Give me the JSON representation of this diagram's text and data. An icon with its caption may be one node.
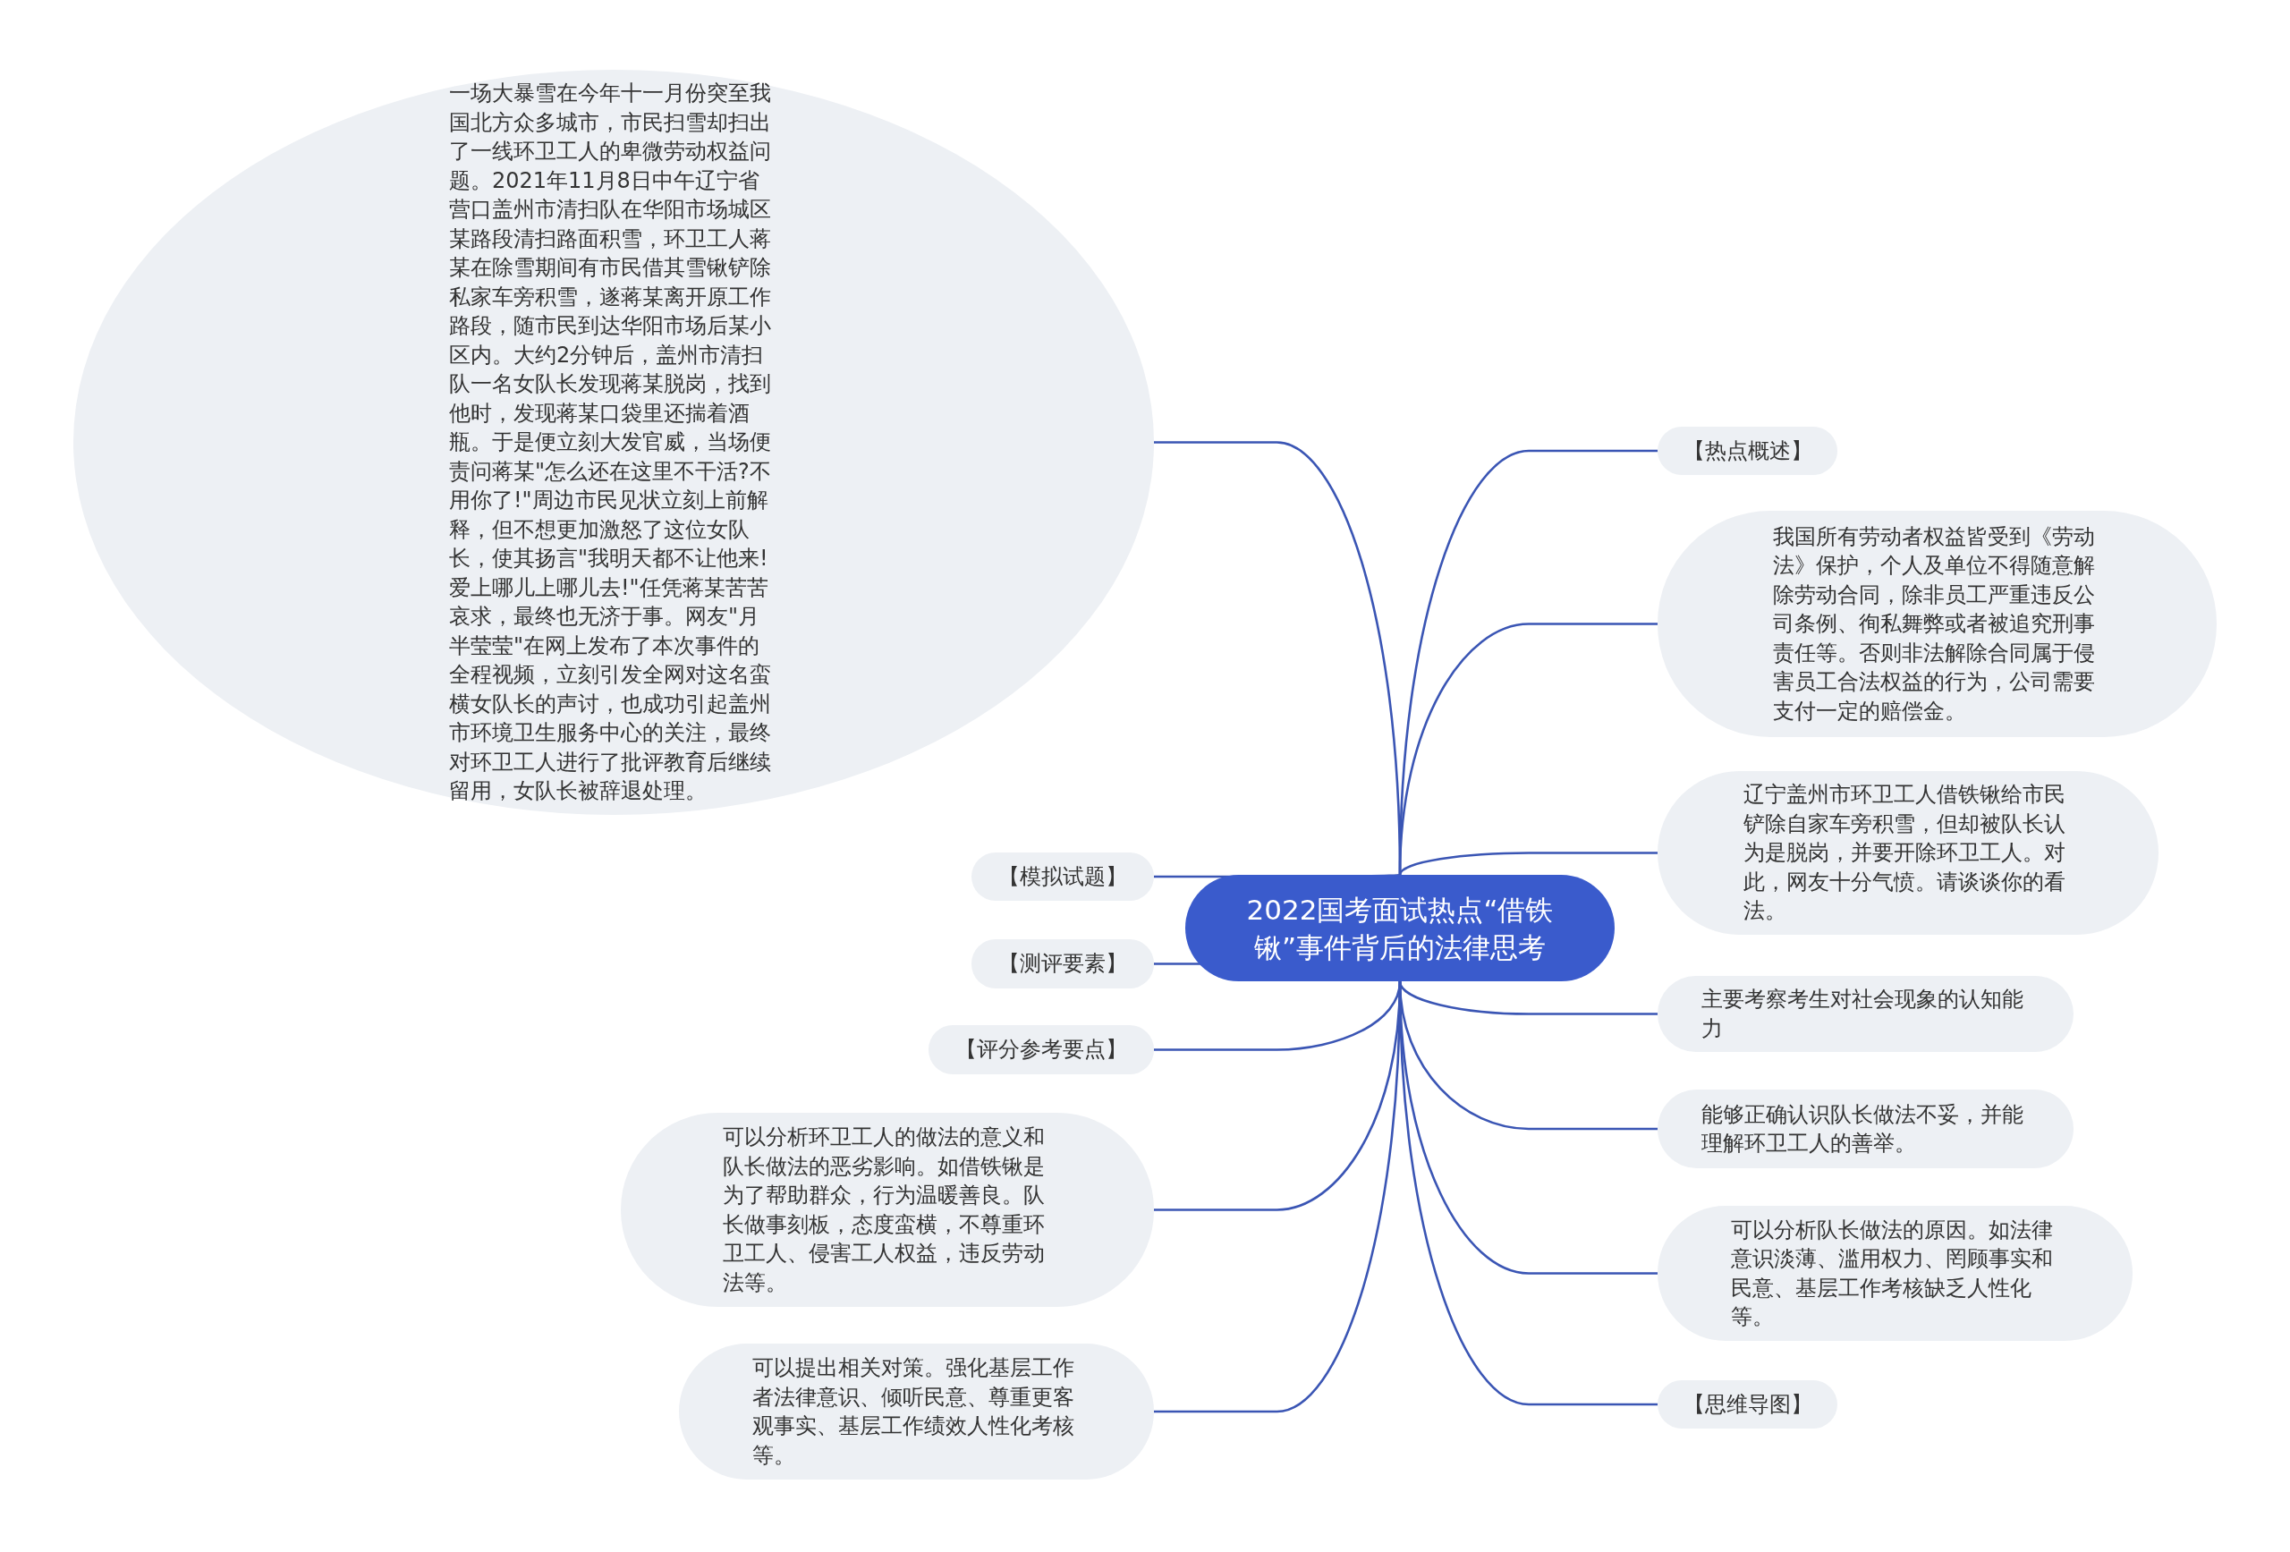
{
  "diagram": {
    "nodes": [
      {
        "text": [
          "2022国考面试热点“借铁锹”事件背后的法律思考"
        ]
      },
      {
        "text": [
          "一场大暴雪在今年十一月份突至我国北方众多城市，市民扫雪却扫出了一线环卫工人的卑微劳动权益问题。2021年11月8日中午辽宁省营口盖州市清扫队在华阳市场城区某路段清扫路面积雪，环卫工人蒋某在除雪期间有市民借其雪锹铲除私家车旁积雪，遂蒋某离开原工作路段，随市民到达华阳市场后某小区内。大约2分钟后，盖州市清扫队一名女队长发现蒋某脱岗，找到他时，发现蒋某口袋里还揣着酒瓶。于是便立刻大发官威，当场便责问蒋某\"怎么还在这里不干活?不用你了!\"周边市民见状立刻上前解释，但不想更加激怒了这位女队长，使其扬言\"我明天都不让他来!爱上哪儿上哪儿去!\"任凭蒋某苦苦哀求，最终也无济于事。网友\"月半莹莹\"在网上发布了本次事件的全程视频，立刻引发全网对这名蛮横女队长的声讨，也成功引起盖州市环境卫生服务中心的关注，最终对环卫工人进行了批评教育后继续留用，女队长被辞退处理。"
        ]
      },
      {
        "text": [
          "【热点概述】"
        ]
      },
      {
        "text": [
          "我国所有劳动者权益皆受到《劳动法》保护，个人及单位不得随意解除劳动合同，除非员工严重违反公司条例、徇私舞弊或者被追究刑事责任等。否则非法解除合同属于侵害员工合法权益的行为，公司需要支付一定的赔偿金。"
        ]
      },
      {
        "text": [
          "辽宁盖州市环卫工人借铁锹给市民铲除自家车旁积雪，但却被队长认为是脱岗，并要开除环卫工人。对此，网友十分气愤。请谈谈你的看法。"
        ]
      },
      {
        "text": [
          "主要考察考生对社会现象的认知能力"
        ]
      },
      {
        "text": [
          "能够正确认识队长做法不妥，并能理解环卫工人的善举。"
        ]
      },
      {
        "text": [
          "可以分析队长做法的原因。如法律意识淡薄、滥用权力、罔顾事实和民意、基层工作考核缺乏人性化等。"
        ]
      },
      {
        "text": [
          "【思维导图】"
        ]
      },
      {
        "text": [
          "【模拟试题】"
        ]
      },
      {
        "text": [
          "【测评要素】"
        ]
      },
      {
        "text": [
          "【评分参考要点】"
        ]
      },
      {
        "text": [
          "可以分析环卫工人的做法的意义和队长做法的恶劣影响。如借铁锹是为了帮助群众，行为温暖善良。队长做事刻板，态度蛮横，不尊重环卫工人、侵害工人权益，违反劳动法等。"
        ]
      },
      {
        "text": [
          "可以提出相关对策。强化基层工作者法律意识、倾听民意、尊重更客观事实、基层工作绩效人性化考核等。"
        ]
      }
    ],
    "edges": [
      {
        "from": 0,
        "to": 1,
        "arrow": "none"
      },
      {
        "from": 0,
        "to": 2,
        "arrow": "none"
      },
      {
        "from": 0,
        "to": 3,
        "arrow": "none"
      },
      {
        "from": 0,
        "to": 4,
        "arrow": "none"
      },
      {
        "from": 0,
        "to": 5,
        "arrow": "none"
      },
      {
        "from": 0,
        "to": 6,
        "arrow": "none"
      },
      {
        "from": 0,
        "to": 7,
        "arrow": "none"
      },
      {
        "from": 0,
        "to": 8,
        "arrow": "none"
      },
      {
        "from": 0,
        "to": 9,
        "arrow": "none"
      },
      {
        "from": 0,
        "to": 10,
        "arrow": "none"
      },
      {
        "from": 0,
        "to": 11,
        "arrow": "none"
      },
      {
        "from": 0,
        "to": 12,
        "arrow": "none"
      },
      {
        "from": 0,
        "to": 13,
        "arrow": "none"
      }
    ]
  }
}
